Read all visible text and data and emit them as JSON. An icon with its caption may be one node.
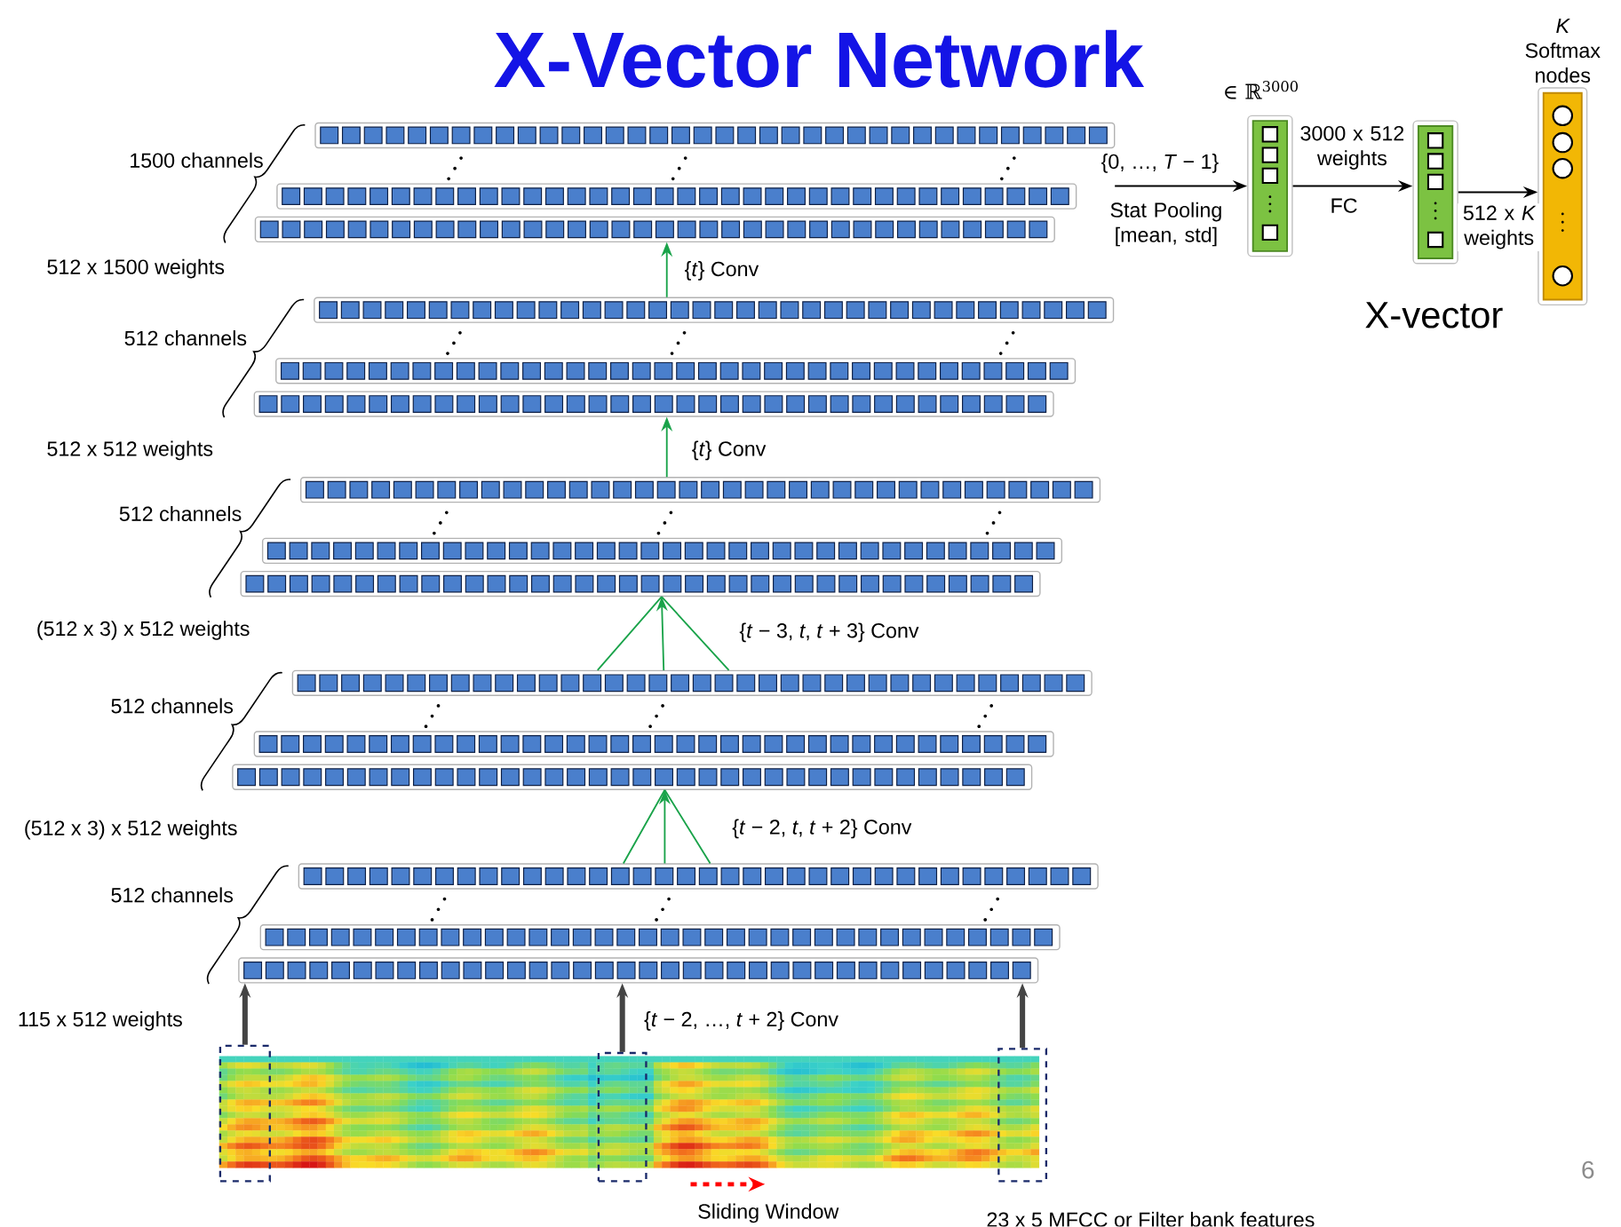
{
  "diagram": {
    "title": "X-Vector Network",
    "nodes": [
      {
        "text": [],
        "shape": "bar",
        "beside": [
          "1500 channels"
        ]
      },
      {
        "text": [],
        "shape": "bar",
        "beside": [
          "512 channels"
        ]
      },
      {
        "text": [],
        "shape": "bar",
        "beside": [
          "512 channels"
        ]
      },
      {
        "text": [],
        "shape": "bar",
        "beside": [
          "512 channels"
        ]
      },
      {
        "text": [],
        "shape": "bar",
        "beside": [
          "512 channels"
        ]
      },
      {
        "text": [],
        "shape": "picture"
      },
      {
        "text": [],
        "shape": "box"
      },
      {
        "text": [],
        "shape": "box"
      },
      {
        "text": [],
        "shape": "box"
      },
      {
        "text": [],
        "shape": "bar",
        "beside": [
          "∈ ℝ$^{3000}$"
        ]
      },
      {
        "text": [],
        "shape": "bar",
        "beside": [
          "X-vector"
        ]
      },
      {
        "text": [
          "*K* Softmax nodes"
        ]
      }
    ],
    "edges": [
      {
        "from": 6,
        "to": 4,
        "arrow": "to",
        "style": "thick",
        "color": "#444444"
      },
      {
        "from": 7,
        "to": 4,
        "arrow": "to",
        "label": "{*t* − 2, …, *t* + 2} Conv",
        "style": "thick",
        "color": "#444444"
      },
      {
        "from": 8,
        "to": 4,
        "arrow": "to",
        "style": "thick",
        "color": "#444444"
      },
      {
        "from": 4,
        "to": 3,
        "arrow": "to",
        "label": "{*t* − 2, *t*, *t* + 2} Conv",
        "color": "#1aa34a"
      },
      {
        "from": 3,
        "to": 2,
        "arrow": "to",
        "label": "{*t* − 3, *t*, *t* + 3} Conv",
        "color": "#1aa34a"
      },
      {
        "from": 2,
        "to": 1,
        "arrow": "to",
        "label": "{*t*} Conv",
        "color": "#1aa34a"
      },
      {
        "from": 1,
        "to": 0,
        "arrow": "to",
        "label": "{*t*} Conv",
        "color": "#1aa34a"
      },
      {
        "from": 0,
        "to": 9,
        "arrow": "to",
        "label": "{0, …, *T* − 1}",
        "color": "#000000"
      },
      {
        "from": 9,
        "to": 10,
        "arrow": "to",
        "label": "FC",
        "color": "#000000"
      },
      {
        "from": 10,
        "to": 11,
        "arrow": "to",
        "label": "512 x *K* weights",
        "color": "#000000"
      }
    ],
    "labels": [
      "512 x 1500 weights",
      "512 x 512 weights",
      "(512 x 3) x 512 weights",
      "(512 x 3) x 512 weights",
      "115 x 512 weights",
      "Stat Pooling [mean, std]",
      "3000 x 512 weights",
      "Sliding Window",
      "23 x 5 MFCC or Filter bank features",
      "6"
    ]
  }
}
